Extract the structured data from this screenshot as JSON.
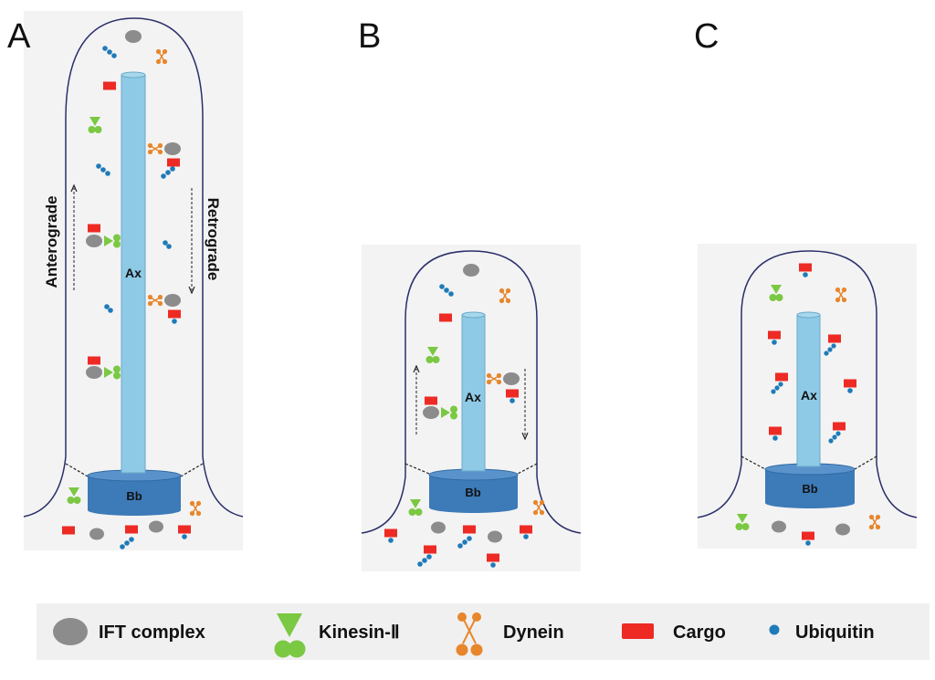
{
  "panels": [
    {
      "letter": "A",
      "axoneme": "Ax",
      "basal_body": "Bb",
      "anterograde": "Anterograde",
      "retrograde": "Retrograde"
    },
    {
      "letter": "B",
      "axoneme": "Ax",
      "basal_body": "Bb"
    },
    {
      "letter": "C",
      "axoneme": "Ax",
      "basal_body": "Bb"
    }
  ],
  "legend": {
    "ift_complex": "IFT complex",
    "kinesin": "Kinesin-Ⅱ",
    "dynein": "Dynein",
    "cargo": "Cargo",
    "ubiquitin": "Ubiquitin"
  },
  "colors": {
    "panel_bg": "#f3f3f3",
    "membrane": "#2b2f6b",
    "axoneme": "#8ecae6",
    "basal_body": "#3d7ab8",
    "ift": "#8c8c8c",
    "kinesin": "#7bc843",
    "dynein": "#e8862b",
    "cargo": "#ee2a24",
    "ubiquitin": "#1f7ab8"
  }
}
